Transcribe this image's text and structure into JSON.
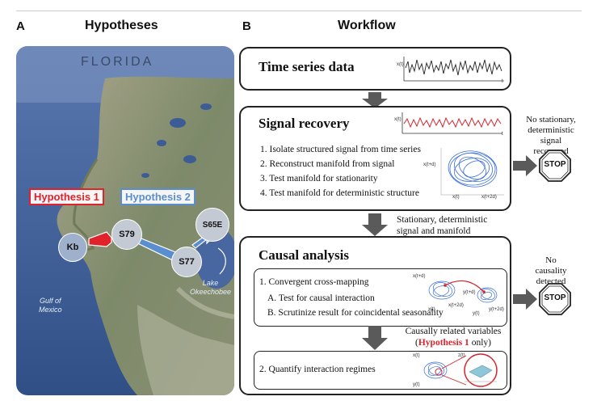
{
  "panel_a": {
    "letter": "A",
    "title": "Hypotheses",
    "map": {
      "region_label": "FLORIDA",
      "gulf_label": "Gulf of\nMexico",
      "lake_label": "Lake\nOkeechobee",
      "hypothesis_1": "Hypothesis 1",
      "hypothesis_2": "Hypothesis 2",
      "nodes": [
        "Kb",
        "S79",
        "S77",
        "S65E"
      ]
    },
    "colors": {
      "hypothesis_1": "#e0222b",
      "hypothesis_2": "#5b8ed0",
      "node_fill": "#c4cad4"
    }
  },
  "panel_b": {
    "letter": "B",
    "title": "Workflow",
    "time_series": {
      "title": "Time series data",
      "axis_y": "x(t)",
      "axis_x": "t"
    },
    "signal_recovery": {
      "title": "Signal recovery",
      "axis_y": "x(t)",
      "axis_x": "t",
      "steps": [
        "1.   Isolate structured signal from time series",
        "2.   Reconstruct manifold from signal",
        "3.   Test manifold for stationarity",
        "4.   Test manifold for deterministic structure"
      ],
      "manifold_axes": [
        "x(t+d)",
        "x(t)",
        "x(t+2d)"
      ],
      "side_note": "No stationary,\ndeterministic\nsignal\nrecovered",
      "stop": "STOP"
    },
    "between_1": "Stationary, deterministic\nsignal and manifold",
    "causal_analysis": {
      "title": "Causal analysis",
      "ccm_title": "1. Convergent cross-mapping",
      "ccm_a": "A.   Test for causal interaction",
      "ccm_b": "B.   Scrutinize result for coincidental seasonality",
      "ccm_axes": [
        "x(t+d)",
        "x(t)",
        "x(t+2d)",
        "y(t+d)",
        "y(t)",
        "y(t+2d)"
      ],
      "side_note": "No\ncausality\ndetected",
      "stop": "STOP",
      "between_2_line1": "Causally related variables",
      "between_2_open": "(",
      "between_2_hyp": "Hypothesis 1",
      "between_2_close": " only)",
      "quantify": "2. Quantify interaction regimes",
      "quant_axes": [
        "x(t)",
        "z(t)",
        "y(t)"
      ]
    },
    "colors": {
      "series_black": "#222222",
      "series_red": "#d6252c",
      "manifold_blue": "#3a6fd8",
      "arrow_gray": "#5a5a5a"
    }
  }
}
